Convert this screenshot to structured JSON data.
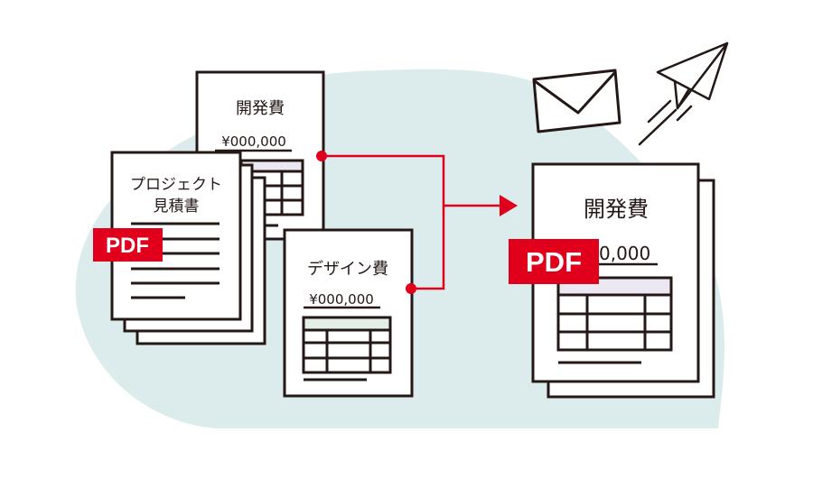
{
  "colors": {
    "accent_red": "#e0001b",
    "blob": "#dcecec",
    "ink": "#231815",
    "header_purple": "#ece8f2",
    "header_green": "#e3efe6"
  },
  "source_docs": {
    "dev_cost": {
      "title": "開発費",
      "amount": "¥000,000"
    },
    "project_estimate": {
      "title_line1": "プロジェクト",
      "title_line2": "見積書",
      "badge": "PDF"
    },
    "design_cost": {
      "title": "デザイン費",
      "amount": "¥000,000"
    }
  },
  "output_doc": {
    "title": "開発費",
    "amount_visible": "0,000",
    "badge": "PDF"
  },
  "icons": [
    "envelope-icon",
    "paper-plane-icon",
    "arrow-right-icon"
  ]
}
